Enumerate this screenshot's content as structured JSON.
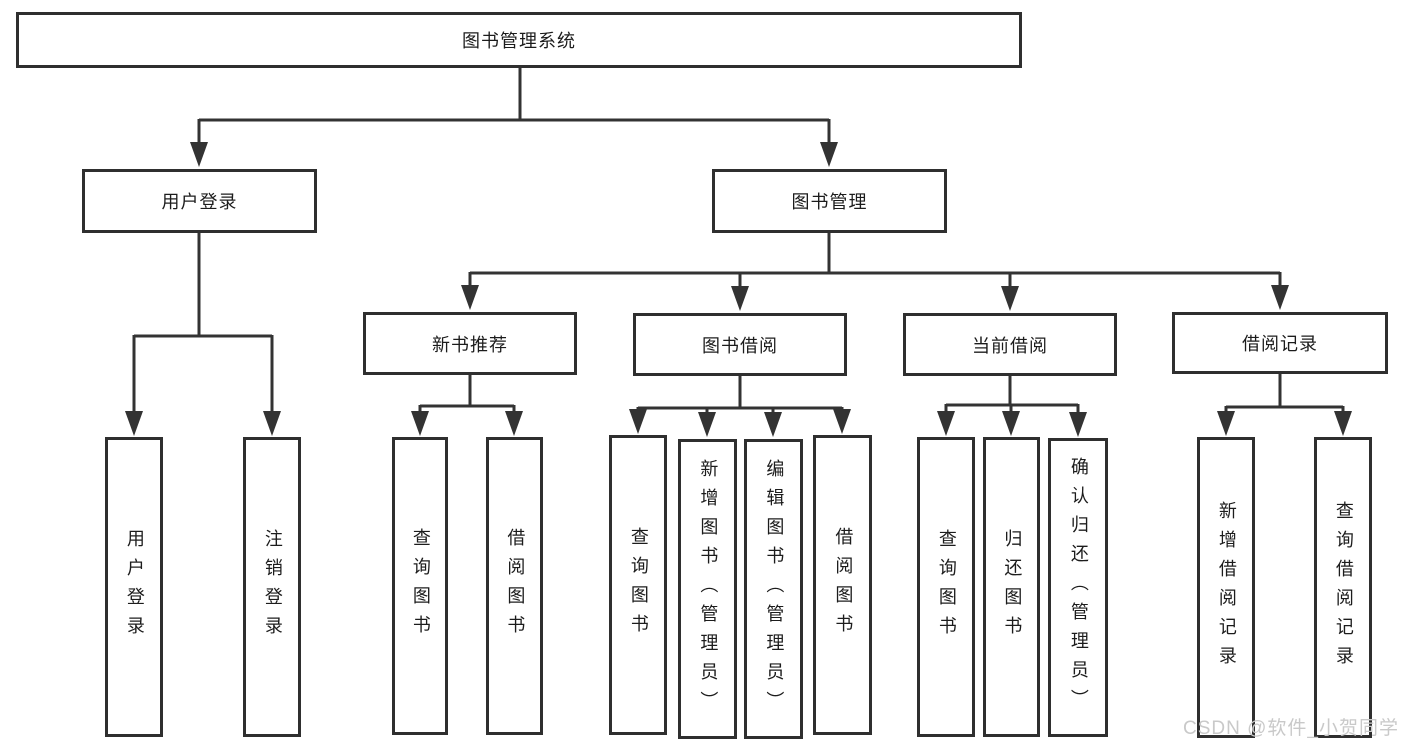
{
  "tree": {
    "root": "图书管理系统",
    "branches": [
      {
        "id": "user-login",
        "label": "用户登录",
        "children": [
          "用户登录",
          "注销登录"
        ]
      },
      {
        "id": "book-management",
        "label": "图书管理",
        "sections": [
          {
            "label": "新书推荐",
            "children": [
              "查询图书",
              "借阅图书"
            ]
          },
          {
            "label": "图书借阅",
            "children": [
              "查询图书",
              "新增图书（管理员）",
              "编辑图书（管理员）",
              "借阅图书"
            ]
          },
          {
            "label": "当前借阅",
            "children": [
              "查询图书",
              "归还图书",
              "确认归还（管理员）"
            ]
          },
          {
            "label": "借阅记录",
            "children": [
              "新增借阅记录",
              "查询借阅记录"
            ]
          }
        ]
      }
    ]
  },
  "watermark": "CSDN @软件_小贺同学",
  "colors": {
    "line": "#333333",
    "box_border": "#2f2f2f",
    "text": "#1c1c1c",
    "box_background": "#ffffff",
    "page_background": "#ffffff",
    "watermark": "#c9c9c9"
  }
}
